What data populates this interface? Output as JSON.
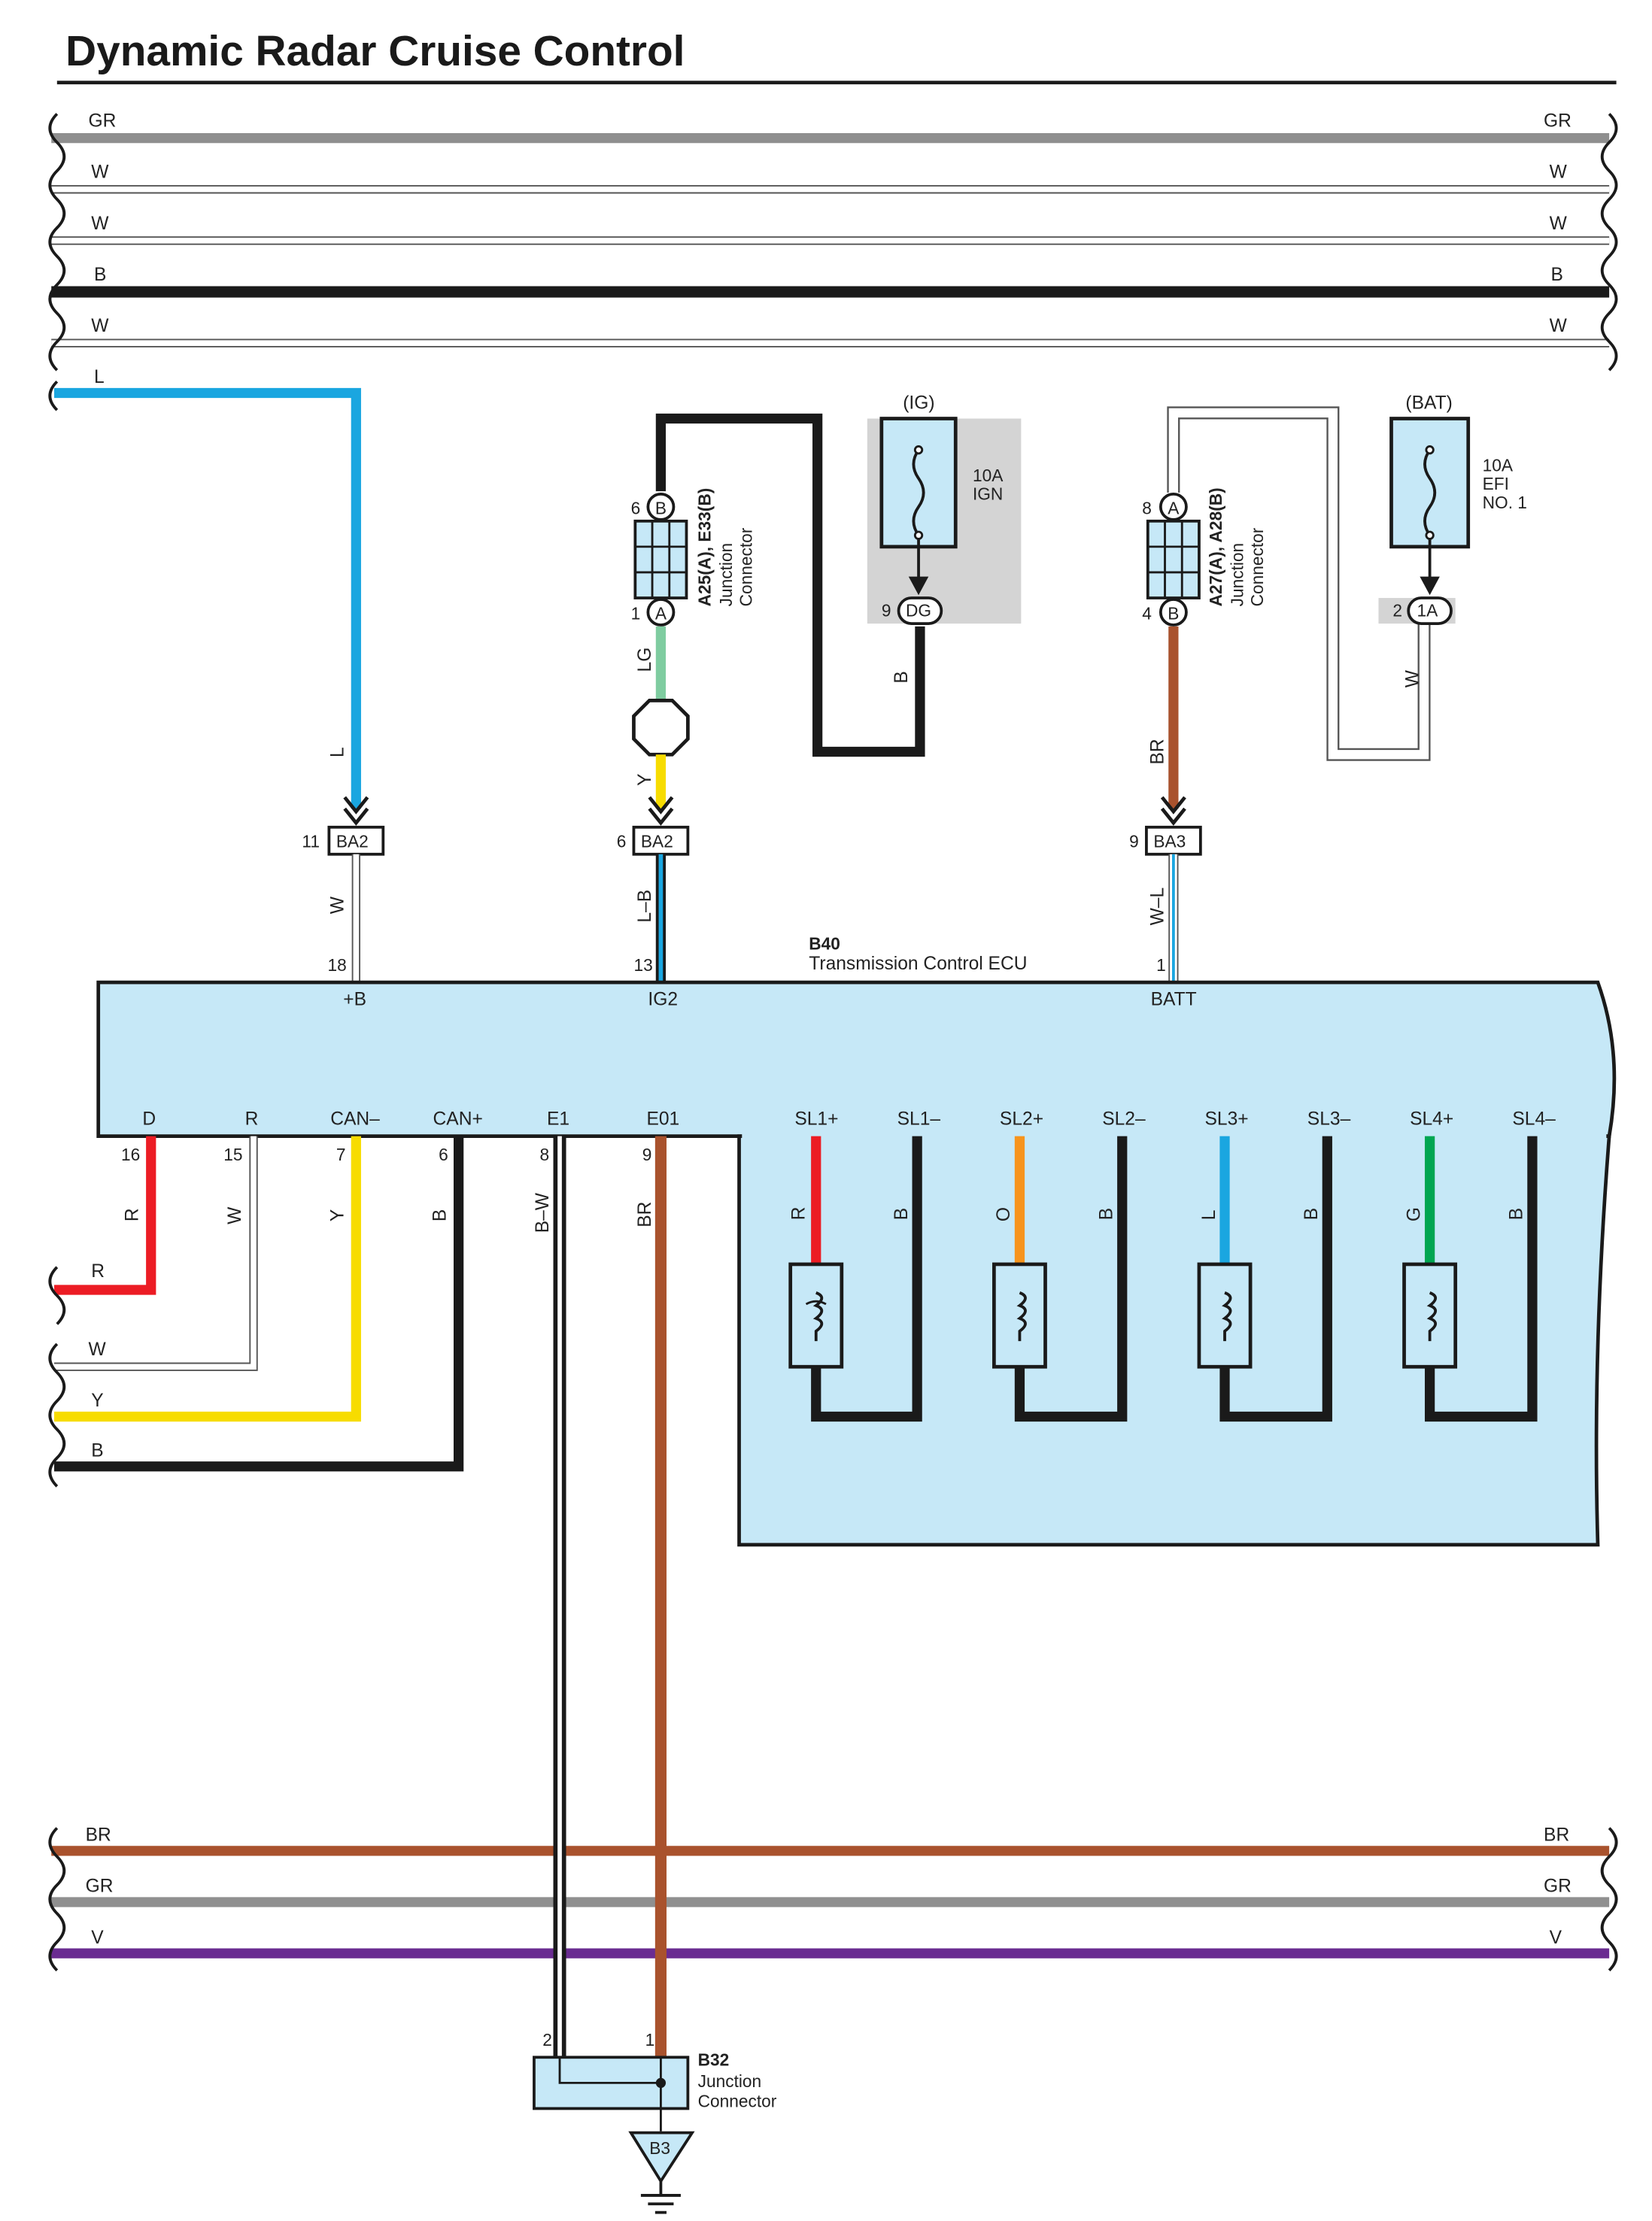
{
  "title": "Dynamic Radar Cruise Control",
  "colors": {
    "GR": "#8f8f8f",
    "W": "#ffffff",
    "B": "#1a1a1a",
    "L": "#1aa6e0",
    "LG": "#7fcca0",
    "Y": "#f7dc00",
    "BR": "#a9522d",
    "R": "#ec1c24",
    "O": "#f7941d",
    "G": "#00a651",
    "V": "#6a2c91",
    "ecu_fill": "#c6e8f7",
    "fuse_fill": "#c6e8f7",
    "shade": "#d4d4d4"
  },
  "top_bus": [
    "GR",
    "W",
    "W",
    "B",
    "W"
  ],
  "left_wire_L": "L",
  "bottom_bus": [
    "BR",
    "GR",
    "V"
  ],
  "left_bus_lower": [
    "R",
    "W",
    "Y",
    "B"
  ],
  "fuse_ig": {
    "label": "(IG)",
    "rating": "10A",
    "name": "IGN",
    "pin": "9",
    "connector": "DG"
  },
  "fuse_bat": {
    "label": "(BAT)",
    "rating": "10A",
    "name": "EFI",
    "name2": "NO. 1",
    "pin": "2",
    "connector": "1A"
  },
  "jc1": {
    "id": "A25(A), E33(B)",
    "desc1": "Junction",
    "desc2": "Connector",
    "top_pin": "6",
    "top_conn": "B",
    "bottom_pin": "1",
    "bottom_conn": "A"
  },
  "jc2": {
    "id": "A27(A), A28(B)",
    "desc1": "Junction",
    "desc2": "Connector",
    "top_pin": "8",
    "top_conn": "A",
    "bottom_pin": "4",
    "bottom_conn": "B"
  },
  "wire_labels": {
    "l_down": "L",
    "lg": "LG",
    "y": "Y",
    "b_ig": "B",
    "br": "BR",
    "w_bat": "W",
    "w_plus": "W",
    "lb": "L–B",
    "wl": "W–L"
  },
  "inline_connectors": [
    {
      "pin": "11",
      "name": "BA2"
    },
    {
      "pin": "6",
      "name": "BA2"
    },
    {
      "pin": "9",
      "name": "BA3"
    }
  ],
  "ecu": {
    "id": "B40",
    "name": "Transmission Control ECU",
    "top_pins": [
      {
        "num": "18",
        "name": "+B"
      },
      {
        "num": "13",
        "name": "IG2"
      },
      {
        "num": "1",
        "name": "BATT"
      }
    ],
    "bottom_pins": [
      {
        "name": "D",
        "num": "16",
        "wire": "R"
      },
      {
        "name": "R",
        "num": "15",
        "wire": "W"
      },
      {
        "name": "CAN–",
        "num": "7",
        "wire": "Y"
      },
      {
        "name": "CAN+",
        "num": "6",
        "wire": "B"
      },
      {
        "name": "E1",
        "num": "8",
        "wire": "B–W"
      },
      {
        "name": "E01",
        "num": "9",
        "wire": "BR"
      }
    ],
    "solenoids": [
      {
        "pos": "SL1+",
        "neg": "SL1–",
        "pos_wire": "R",
        "neg_wire": "B"
      },
      {
        "pos": "SL2+",
        "neg": "SL2–",
        "pos_wire": "O",
        "neg_wire": "B"
      },
      {
        "pos": "SL3+",
        "neg": "SL3–",
        "pos_wire": "L",
        "neg_wire": "B"
      },
      {
        "pos": "SL4+",
        "neg": "SL4–",
        "pos_wire": "G",
        "neg_wire": "B"
      }
    ]
  },
  "jc_bottom": {
    "id": "B32",
    "desc1": "Junction",
    "desc2": "Connector",
    "pin_left": "2",
    "pin_right": "1"
  },
  "ground": {
    "id": "B3"
  }
}
